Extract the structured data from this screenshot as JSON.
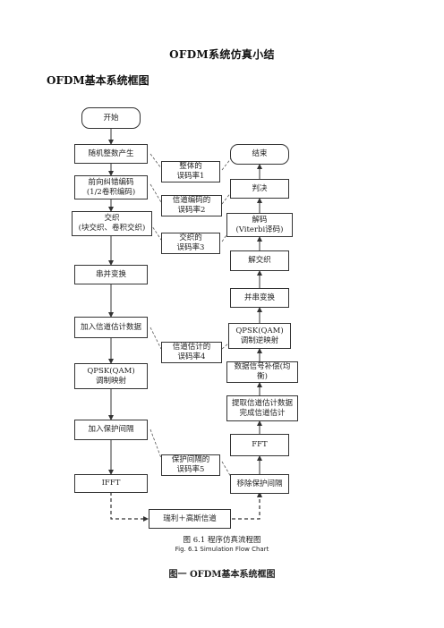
{
  "document": {
    "title": "OFDM系统仿真小结",
    "section_heading": "OFDM基本系统框图"
  },
  "flowchart": {
    "left_column": [
      "开始",
      "随机整数产生",
      "前向纠错编码\n(1/2卷积编码)",
      "交织\n(块交织、卷积交织)",
      "串并变换",
      "加入信道估计数据",
      "QPSK(QAM)\n调制映射",
      "加入保护间隔",
      "IFFT"
    ],
    "right_column": [
      "结束",
      "判决",
      "解码\n(Viterbi译码)",
      "解交织",
      "并串变换",
      "QPSK(QAM)\n调制逆映射",
      "数据信号补偿(均衡)",
      "提取信道估计数据\n完成信道估计",
      "FFT",
      "移除保护间隔"
    ],
    "middle_boxes": [
      "整体的\n误码率1",
      "信道编码的\n误码率2",
      "交织的\n误码率3",
      "信道估计的\n误码率4",
      "保护间隔的\n误码率5"
    ],
    "channel_box": "瑞利＋高斯信道"
  },
  "captions": {
    "figure_cn": "图 6.1    程序仿真流程图",
    "figure_en": "Fig. 6.1 Simulation Flow Chart",
    "figure_label": "图一   OFDM基本系统框图"
  }
}
